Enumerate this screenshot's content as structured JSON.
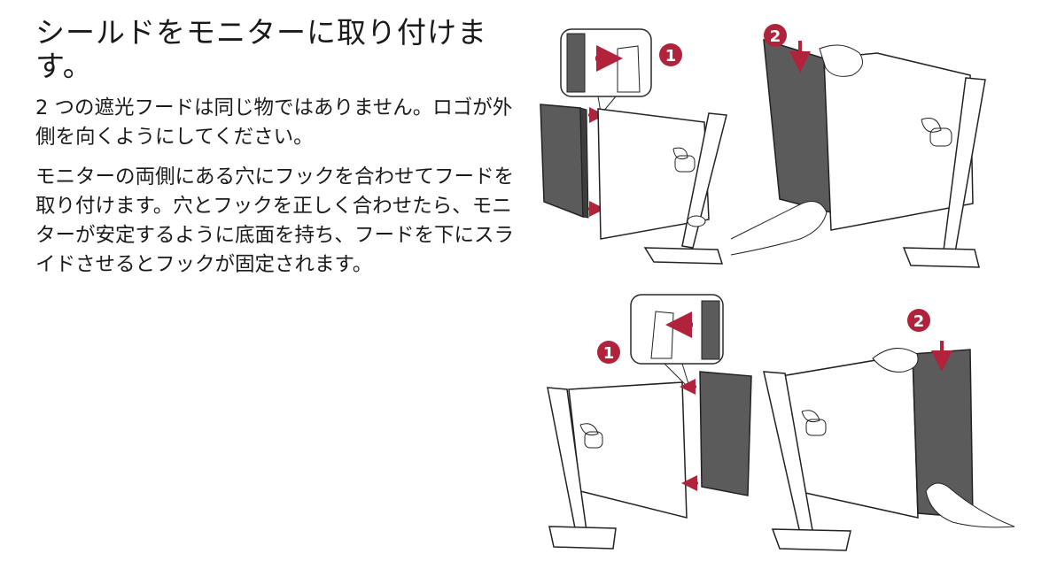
{
  "heading": "シールドをモニターに取り付けます。",
  "paragraphs": [
    "2 つの遮光フードは同じ物ではありません。ロゴが外側を向くようにしてください。",
    "モニターの両側にある穴にフックを合わせてフードを取り付けます。穴とフックを正しく合わせたら、モニターが安定するように底面を持ち、フードを下にスライドさせるとフックが固定されます。"
  ],
  "step_markers": {
    "top_left": "1",
    "top_right": "2",
    "bottom_left": "1",
    "bottom_right": "2"
  },
  "colors": {
    "accent": "#b0233a",
    "hood": "#5b5b5b",
    "line": "#2a2a2a"
  }
}
